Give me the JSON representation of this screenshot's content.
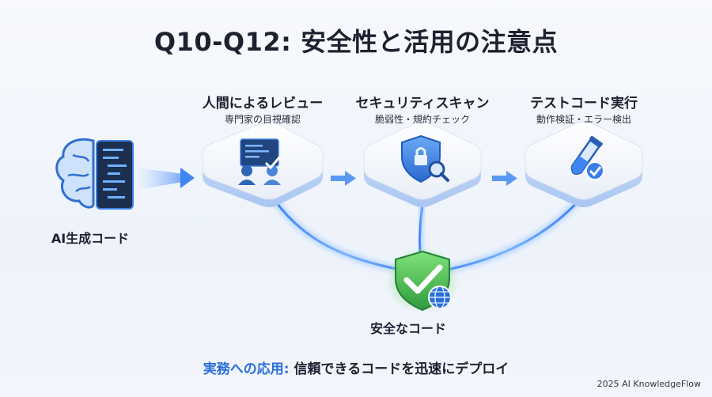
{
  "title": "Q10-Q12: 安全性と活用の注意点",
  "source": {
    "label": "AI生成コード",
    "icon": "brain-code-icon"
  },
  "steps": [
    {
      "title": "人間によるレビュー",
      "subtitle": "専門家の目視確認",
      "icon": "code-review-icon"
    },
    {
      "title": "セキュリティスキャン",
      "subtitle": "脆弱性・規約チェック",
      "icon": "shield-lock-search-icon"
    },
    {
      "title": "テストコード実行",
      "subtitle": "動作検証・エラー検出",
      "icon": "test-tube-check-icon"
    }
  ],
  "result": {
    "label": "安全なコード",
    "icon": "shield-check-globe-icon"
  },
  "application": {
    "prefix": "実務への応用:",
    "text": "信頼できるコードを迅速にデプロイ"
  },
  "footer": "2025 AI KnowledgeFlow",
  "colors": {
    "accent": "#2a6fd6",
    "flow": "#4a8df0",
    "safe": "#3bbf4a"
  }
}
